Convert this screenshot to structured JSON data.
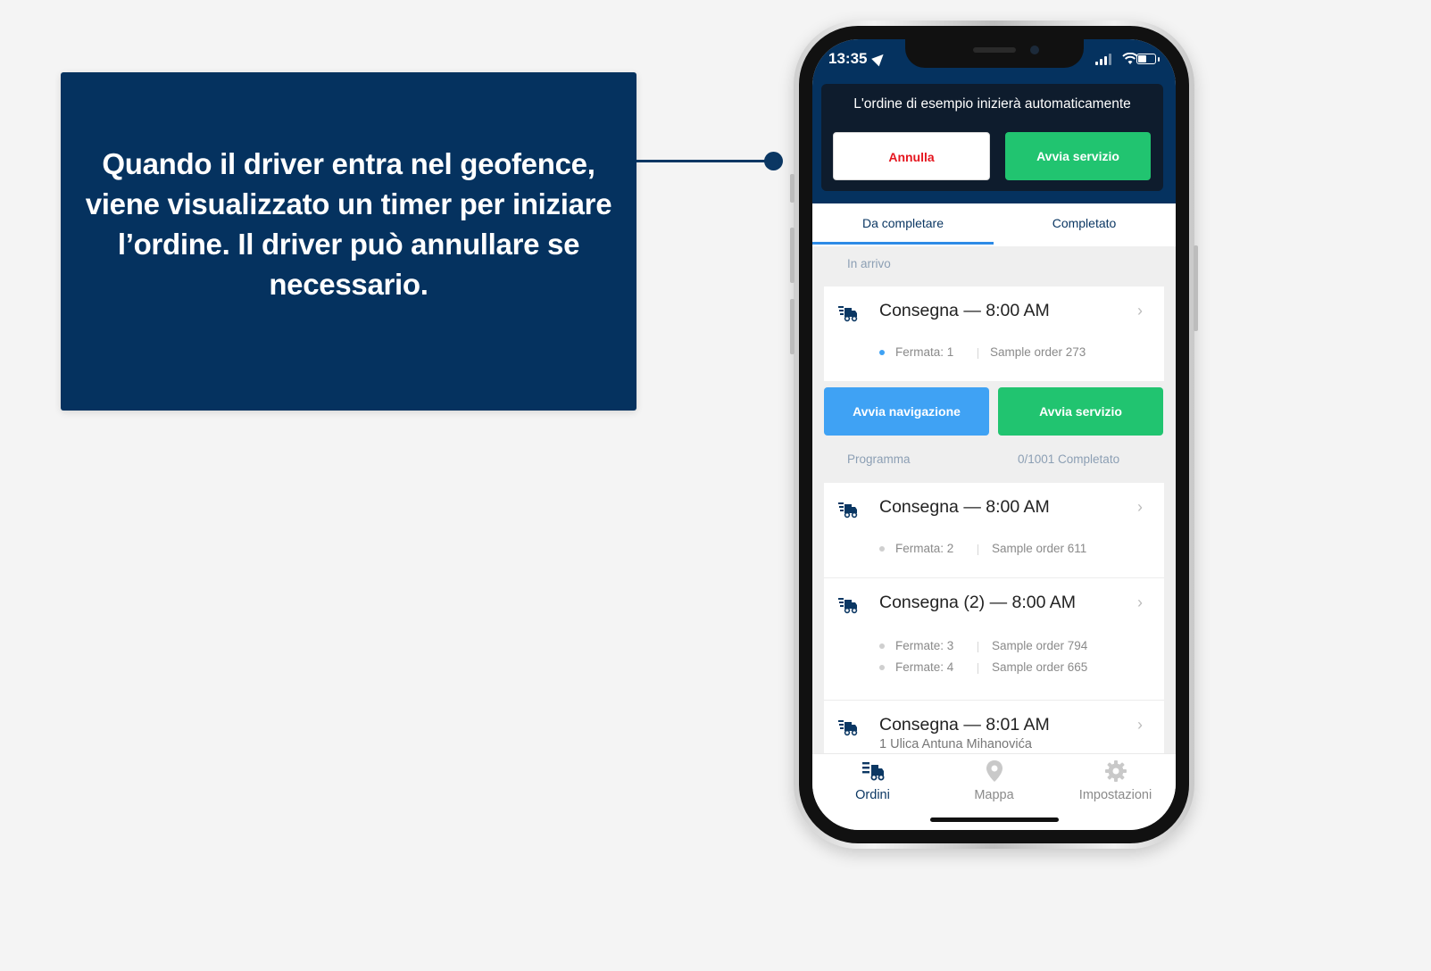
{
  "callout": {
    "text": "Quando il driver entra nel geofence, viene visualizzato un timer per iniziare l’ordine. Il driver può annullare se necessario."
  },
  "status_bar": {
    "time": "13:35"
  },
  "banner": {
    "message": "L'ordine di esempio inizierà automaticamente",
    "cancel_label": "Annulla",
    "start_label": "Avvia servizio"
  },
  "tabs": [
    {
      "label": "Da completare",
      "active": true
    },
    {
      "label": "Completato",
      "active": false
    }
  ],
  "incoming": {
    "label": "In arrivo",
    "order": {
      "title": "Consegna — 8:00 AM",
      "stop": "Fermata: 1",
      "sample": "Sample order 273"
    },
    "nav_button": "Avvia navigazione",
    "start_button": "Avvia servizio"
  },
  "schedule": {
    "label": "Programma",
    "progress": "0/1001 Completato",
    "orders": [
      {
        "title": "Consegna — 8:00 AM",
        "stops": [
          {
            "stop": "Fermata: 2",
            "sample": "Sample order 611"
          }
        ]
      },
      {
        "title": "Consegna (2) — 8:00 AM",
        "stops": [
          {
            "stop": "Fermate: 3",
            "sample": "Sample order 794"
          },
          {
            "stop": "Fermate: 4",
            "sample": "Sample order 665"
          }
        ]
      },
      {
        "title": "Consegna — 8:01 AM",
        "address": "1 Ulica Antuna Mihanovića"
      }
    ]
  },
  "bottom_nav": [
    {
      "label": "Ordini",
      "icon": "orders-truck-icon",
      "active": true
    },
    {
      "label": "Mappa",
      "icon": "map-pin-icon",
      "active": false
    },
    {
      "label": "Impostazioni",
      "icon": "gear-icon",
      "active": false
    }
  ],
  "colors": {
    "navy": "#05325f",
    "green": "#21c470",
    "blue": "#3fa2f4",
    "red": "#e5161f",
    "active_dot": "#3fa2f4",
    "inactive_dot": "#cfcfcf"
  }
}
